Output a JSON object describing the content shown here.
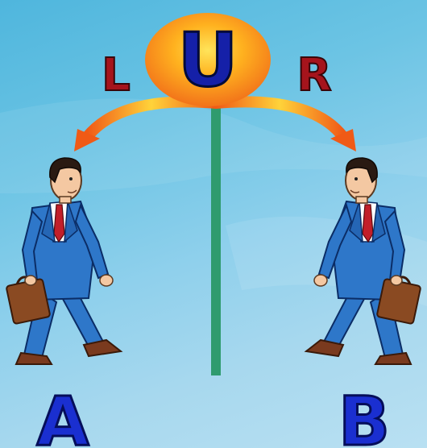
{
  "center_label": "U",
  "left_label": "L",
  "right_label": "R",
  "person_a_label": "A",
  "person_b_label": "B",
  "colors": {
    "center_letter": "#1520a8",
    "side_letters": "#a5141c",
    "bottom_letters": "#1a2fd0",
    "pole": "#2f9b6e",
    "suit": "#2e77c9",
    "tie": "#c21f2a",
    "briefcase": "#8a4a22"
  }
}
